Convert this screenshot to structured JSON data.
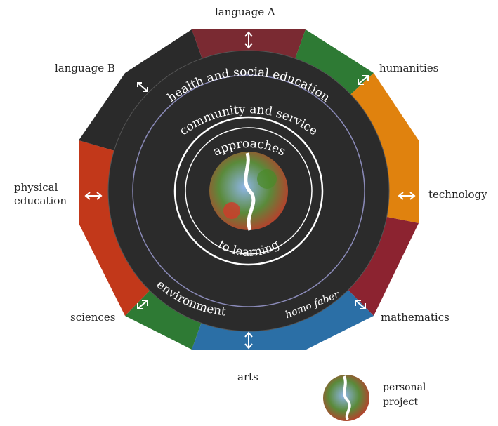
{
  "subjects": {
    "language_a": "language A",
    "humanities": "humanities",
    "technology": "technology",
    "mathematics": "mathematics",
    "arts": "arts",
    "sciences": "sciences",
    "physical_education_line1": "physical",
    "physical_education_line2": "education",
    "language_b": "language B"
  },
  "areas": {
    "health": "health and social education",
    "community": "community and service",
    "approaches": "approaches",
    "learning": "to learning",
    "environment": "environment",
    "homo_faber": "homo faber"
  },
  "legend": {
    "line1": "personal",
    "line2": "project"
  },
  "colors": {
    "language_a": "#7a2a32",
    "humanities": "#2e7a34",
    "technology": "#e0820e",
    "mathematics": "#8c2330",
    "arts": "#2b6fa6",
    "sciences": "#2e7a34",
    "physical_education": "#c2381a",
    "language_b": "#2a2a2a",
    "core": "#2b2b2b"
  }
}
